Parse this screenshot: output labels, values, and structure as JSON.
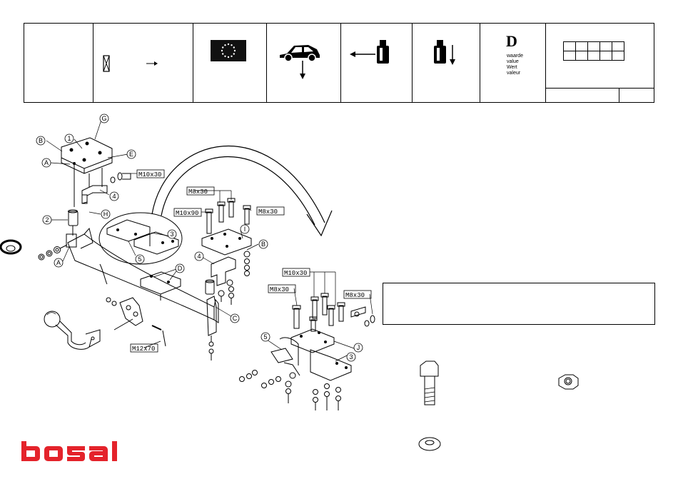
{
  "header": {
    "d_letter": "D",
    "d_labels": [
      "waarde",
      "value",
      "Wert",
      "valeur"
    ],
    "icons": [
      "approval-mark-icon",
      "eu-flag-icon",
      "car-vertical-load-icon",
      "horizontal-force-icon",
      "vertical-load-icon"
    ]
  },
  "bolts": {
    "m10x30_a": "M10x30",
    "m8x30_a": "M8x30",
    "m10x90": "M10x90",
    "m8x30_b": "M8x30",
    "m10x30_b": "M10x30",
    "m8x30_c": "M8x30",
    "m8x30_d": "M8x30",
    "m12x70": "M12x70"
  },
  "callouts": {
    "c1a": "1",
    "cGa": "G",
    "cBa": "B",
    "cAa": "A",
    "cEa": "E",
    "c4a": "4",
    "c2": "2",
    "cH": "H",
    "cAb": "A",
    "c3a": "3",
    "c5a": "5",
    "cDa": "D",
    "c1b": "I",
    "cBb": "B",
    "c4b": "4",
    "cCa": "C",
    "c5b": "5",
    "cJ": "J",
    "c3b": "3"
  },
  "brand": {
    "logo": "bosal",
    "color": "#e4232b"
  }
}
